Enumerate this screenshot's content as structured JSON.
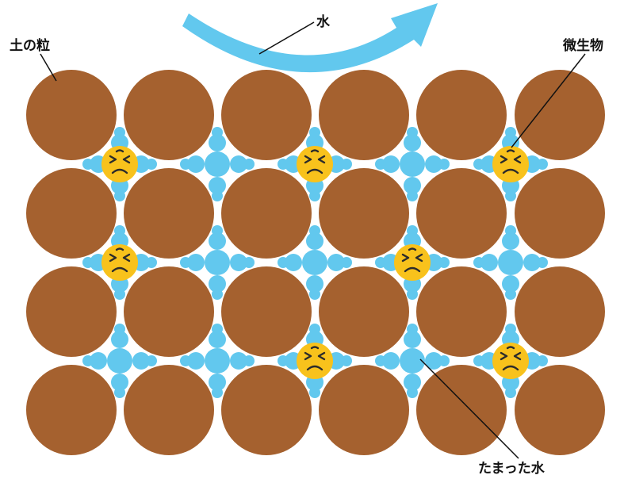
{
  "labels": {
    "soil_particle": "土の粒",
    "water": "水",
    "microbe": "微生物",
    "stagnant_water": "たまった水"
  },
  "colors": {
    "soil": "#A5612F",
    "water": "#62C8EE",
    "microbe": "#F8C21C",
    "line": "#111111",
    "background": "#FFFFFF"
  },
  "icons": {
    "flow_arrow": "curved-arrow-icon",
    "microbe_face": "angry-face-icon"
  },
  "grid": {
    "rows": 4,
    "columns": 6
  }
}
